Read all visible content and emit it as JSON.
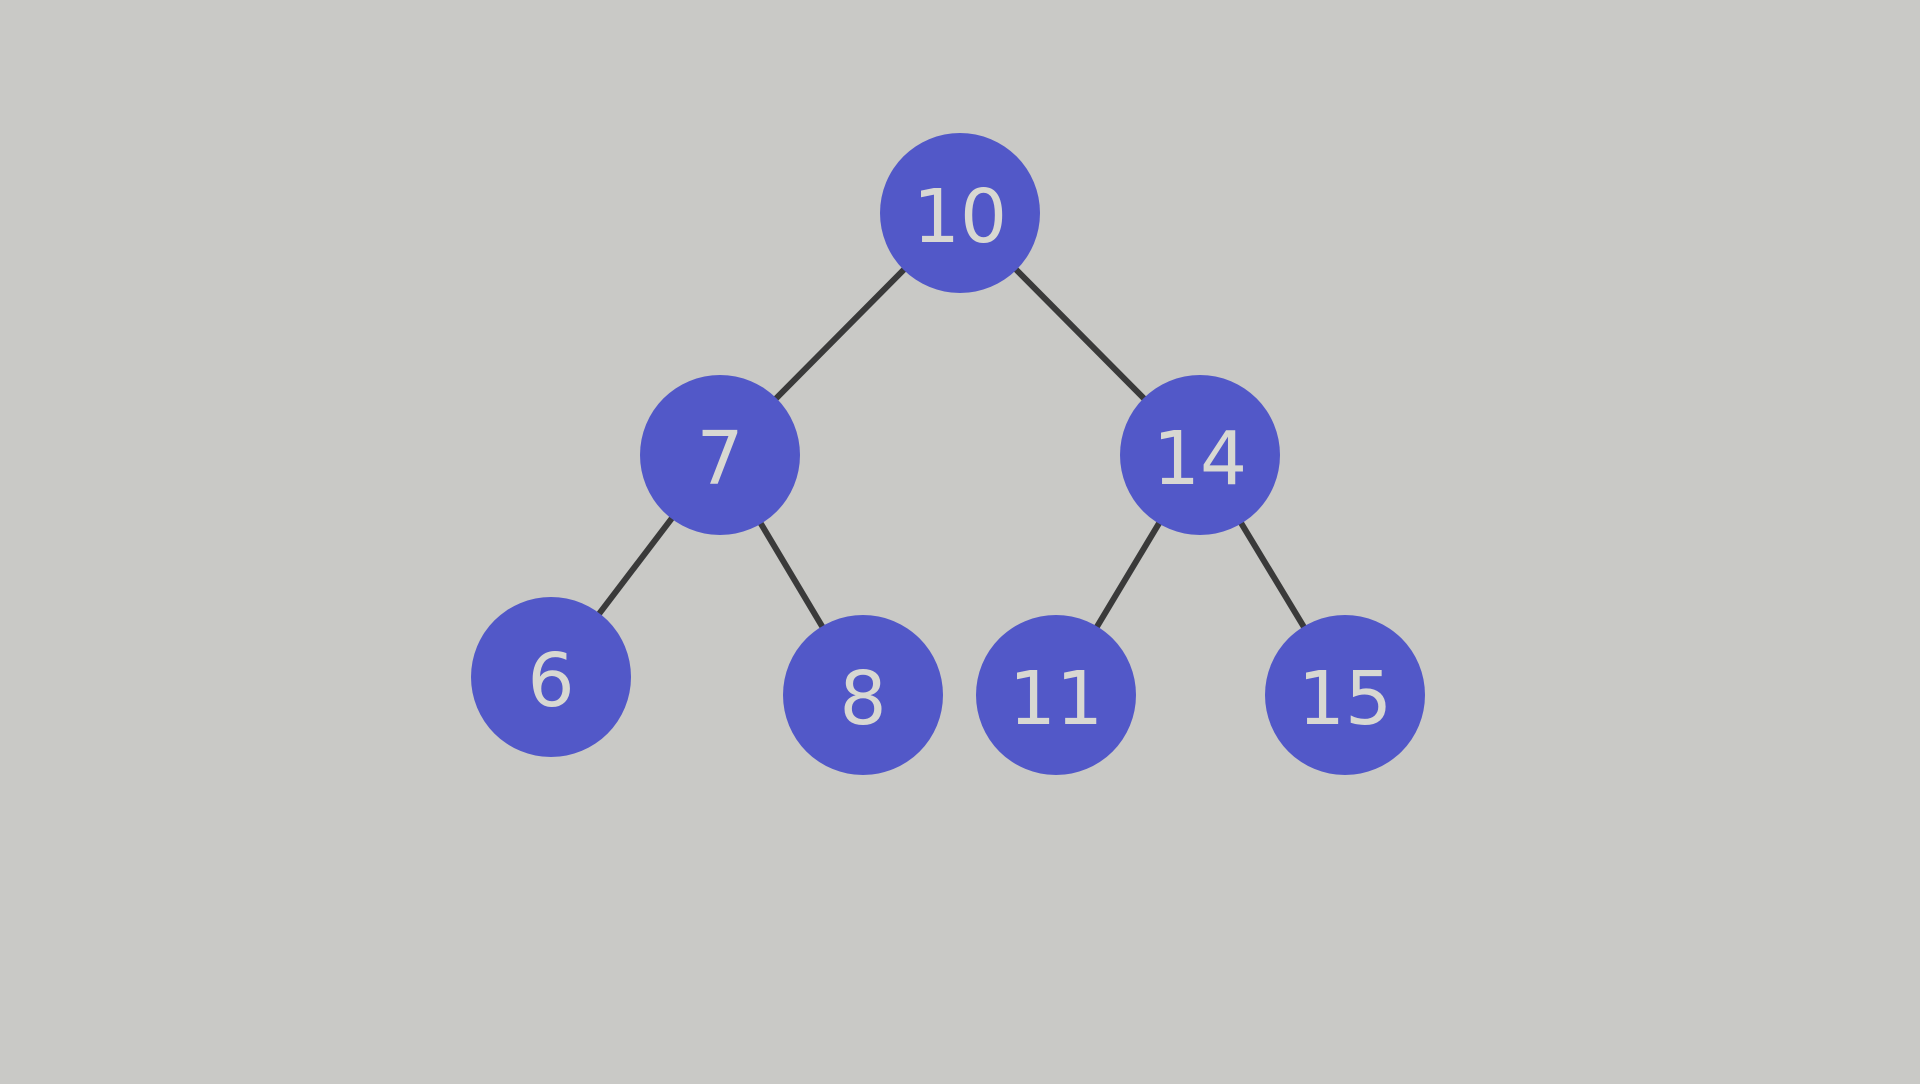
{
  "colors": {
    "background": "#c9c9c6",
    "node_fill": "#5258c8",
    "node_text": "#d8d8d2",
    "edge": "#3a3a3a"
  },
  "tree": {
    "nodes": [
      {
        "id": "n10",
        "label": "10"
      },
      {
        "id": "n7",
        "label": "7"
      },
      {
        "id": "n14",
        "label": "14"
      },
      {
        "id": "n6",
        "label": "6"
      },
      {
        "id": "n8",
        "label": "8"
      },
      {
        "id": "n11",
        "label": "11"
      },
      {
        "id": "n15",
        "label": "15"
      }
    ],
    "edges": [
      {
        "from": "n10",
        "to": "n7"
      },
      {
        "from": "n10",
        "to": "n14"
      },
      {
        "from": "n7",
        "to": "n6"
      },
      {
        "from": "n7",
        "to": "n8"
      },
      {
        "from": "n14",
        "to": "n11"
      },
      {
        "from": "n14",
        "to": "n15"
      }
    ]
  }
}
